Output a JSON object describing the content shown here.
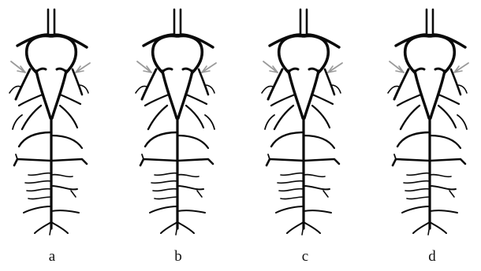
{
  "panels": [
    {
      "label": "a"
    },
    {
      "label": "b"
    },
    {
      "label": "c"
    },
    {
      "label": "d"
    }
  ],
  "colors": {
    "vessel": "#0a0a0a",
    "arrow": "#9a9a9a",
    "background": "#ffffff"
  }
}
